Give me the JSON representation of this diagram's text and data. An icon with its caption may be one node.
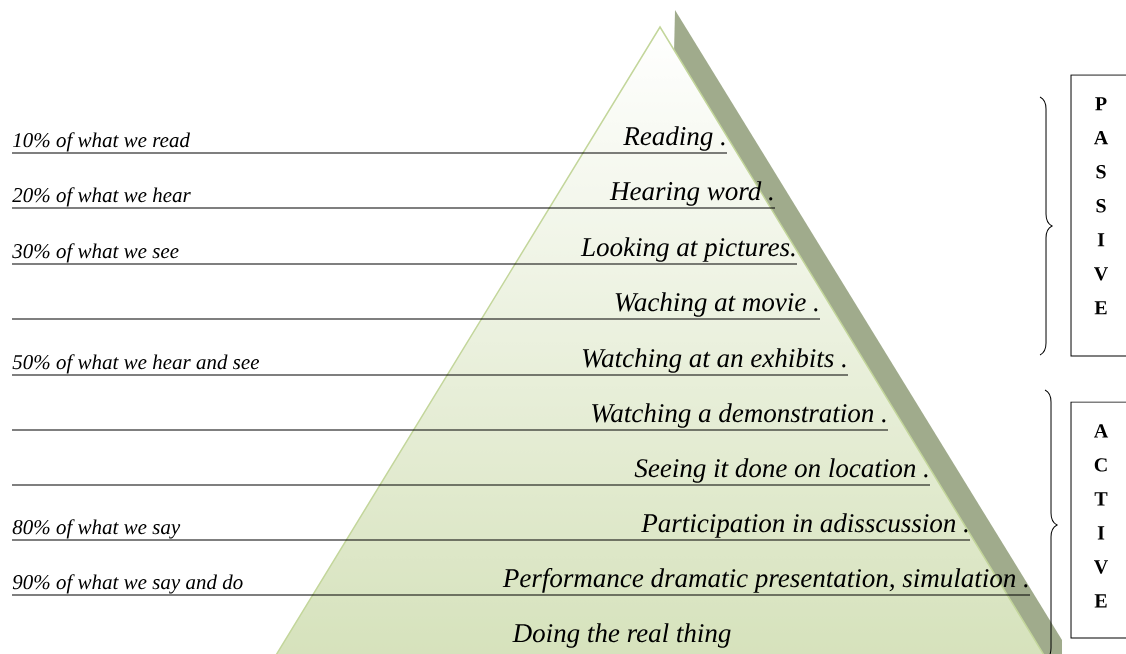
{
  "diagram": {
    "nodes": [
      {
        "text": [
          "Reading .",
          "Hearing word .",
          "Looking at pictures.",
          "Waching at movie .",
          "Watching at an exhibits .",
          "Watching a demonstration .",
          "Seeing it done on location .",
          "Participation in adisscussion .",
          "Performance dramatic presentation, simulation .",
          "Doing the real thing"
        ]
      },
      {
        "text": [
          "P A S S I V E"
        ]
      },
      {
        "text": [
          "A C T I V E"
        ]
      }
    ],
    "labels": [
      "10% of what we read",
      "20% of what we hear",
      "30% of what we see",
      "50% of what we hear and see",
      "80% of what we say",
      "90% of what we say and do"
    ]
  }
}
